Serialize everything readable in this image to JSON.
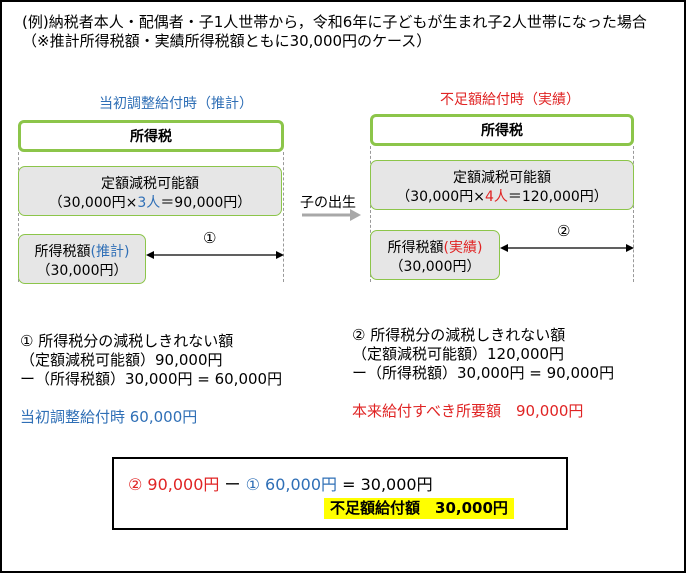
{
  "intro": {
    "line1": "(例)納税者本人・配偶者・子1人世帯から，令和6年に子どもが生まれ子2人世帯になった場合",
    "line2": "（※推計所得税額・実績所得税額ともに30,000円のケース）"
  },
  "left": {
    "heading": "当初調整給付時（推計）",
    "tax_box": "所得税",
    "deduction_title": "定額減税可能額",
    "deduction_prefix": "（30,000円×",
    "deduction_people": "3人",
    "deduction_suffix": "＝90,000円）",
    "income_tax_label": "所得税額",
    "income_tax_tag": "(推計)",
    "income_tax_value": "（30,000円）",
    "marker": "①"
  },
  "arrow": {
    "label": "子の出生"
  },
  "right": {
    "heading": "不足額給付時（実績）",
    "tax_box": "所得税",
    "deduction_title": "定額減税可能額",
    "deduction_prefix": "（30,000円×",
    "deduction_people": "4人",
    "deduction_suffix": "＝120,000円）",
    "income_tax_label": "所得税額",
    "income_tax_tag": "(実績)",
    "income_tax_value": "（30,000円）",
    "marker": "②"
  },
  "calc_left": {
    "line1": "① 所得税分の減税しきれない額",
    "line2": "（定額減税可能額）90,000円",
    "line3": "ー（所得税額）30,000円 = 60,000円",
    "summary": "当初調整給付時 60,000円"
  },
  "calc_right": {
    "line1": "② 所得税分の減税しきれない額",
    "line2": "（定額減税可能額）120,000円",
    "line3": "ー（所得税額）30,000円 = 90,000円",
    "summary": "本来給付すべき所要額　90,000円"
  },
  "result": {
    "part1": "② 90,000円",
    "minus": " ー ",
    "part2": "① 60,000円",
    "equals": " = 30,000円",
    "highlight": "不足額給付額　30,000円"
  },
  "colors": {
    "green": "#8cc54a",
    "blue": "#2f6fb6",
    "red": "#e02424",
    "highlight": "#ffff00",
    "gray_fill": "#e6e6e6"
  }
}
